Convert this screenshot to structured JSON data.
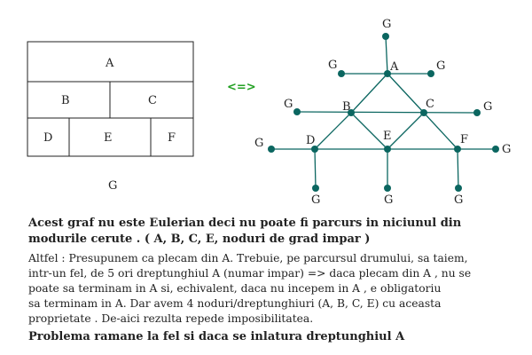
{
  "rect_labels": {
    "A": "A",
    "B": "B",
    "C": "C",
    "D": "D",
    "E": "E",
    "F": "F",
    "G": "G"
  },
  "equivalence": "<=>",
  "equivalence_color": "#22a022",
  "graph_color": "#0b6660",
  "graph_labels": {
    "A": "A",
    "B": "B",
    "C": "C",
    "D": "D",
    "E": "E",
    "F": "F",
    "G": "G"
  },
  "text": {
    "headline1": "Acest graf nu este Eulerian deci nu poate fi parcurs in niciunul din",
    "headline2": "modurile cerute . ( A, B, C, E,  noduri de grad impar )",
    "para": [
      "Altfel : Presupunem ca plecam din A.  Trebuie, pe parcursul drumului, sa taiem,",
      "intr-un fel, de 5 ori dreptunghiul A (numar impar) => daca plecam din A , nu se",
      "poate sa terminam in A si, echivalent, daca nu incepem in A ,  e  obligatoriu",
      "sa terminam in A.  Dar avem  4 noduri/dreptunghiuri (A, B, C, E)  cu  aceasta",
      "proprietate . De-aici rezulta repede imposibilitatea."
    ],
    "footer": "Problema ramane la fel si daca se inlatura dreptunghiul A"
  }
}
